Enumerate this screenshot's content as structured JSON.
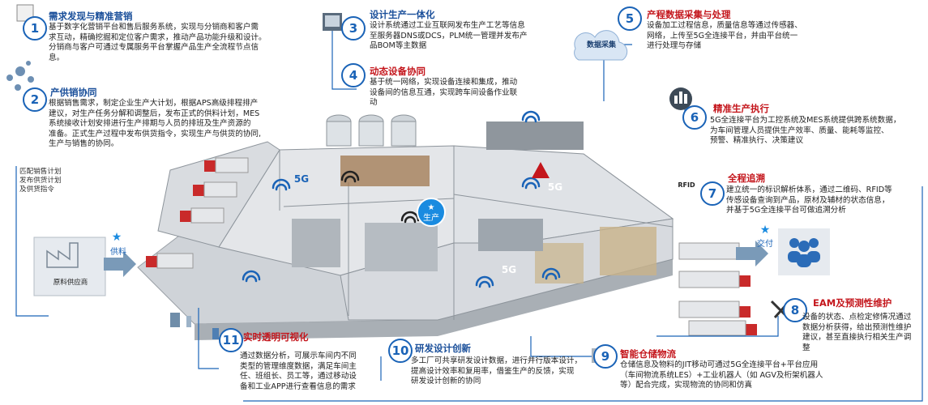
{
  "items": [
    {
      "num": "1",
      "title": "需求发现与精准营销",
      "lines": [
        "基于数字化营销平台和售后服务系统，实现与分销商和客户需",
        "求互动，精确挖掘和定位客户需求，推动产品功能升级和设计。",
        "分销商与客户可通过专属服务平台掌握产品生产全流程节点信",
        "息。"
      ]
    },
    {
      "num": "2",
      "title": "产供销协同",
      "lines": [
        "根据销售需求，制定企业生产大计划，根据APS高级排程排产",
        "建议，对生产任务分解和调整后，发布正式的供料计划，MES",
        "系统接收计划安排进行生产排期与人员的排班及生产资源的",
        "准备。正式生产过程中发布供货指令，实现生产与供货的协同,",
        "生产与销售的协同。"
      ]
    },
    {
      "num": "3",
      "title": "设计生产一体化",
      "lines": [
        "设计系统通过工业互联网发布生产工艺等信息",
        "至服务器DNS或DCS，PLM统一管理并发布产",
        "品BOM等主数据"
      ]
    },
    {
      "num": "4",
      "title": "动态设备协同",
      "lines": [
        "基于统一网络，实现设备连接和集成，推动",
        "设备间的信息互通，实现跨车间设备作业联",
        "动"
      ]
    },
    {
      "num": "5",
      "title": "产程数据采集与处理",
      "lines": [
        "设备加工过程信息，质量信息等通过传感器、",
        "网络，上传至5G全连接平台，并由平台统一",
        "进行处理与存储"
      ]
    },
    {
      "num": "6",
      "title": "精准生产执行",
      "lines": [
        "5G全连接平台为工控系统及MES系统提供跨系统数据，",
        "为车间管理人员提供生产效率、质量、能耗等监控、",
        "预警、精准执行、决策建议"
      ]
    },
    {
      "num": "7",
      "title": "全程追溯",
      "lines": [
        "建立统一的标识解析体系，通过二维码、RFID等",
        "传感设备查询到产品，原材及辅材的状态信息，",
        "并基于5G全连接平台可做追溯分析"
      ]
    },
    {
      "num": "8",
      "title": "EAM及预测性维护",
      "lines": [
        "设备的状态、点检定修情况通过",
        "数据分析获得，给出预测性维护",
        "建议，甚至直接执行相关生产调",
        "整"
      ]
    },
    {
      "num": "9",
      "title": "智能仓储物流",
      "lines": [
        "仓储信息及物料的JIT移动可通过5G全连接平台+平台应用",
        "（车间物流系统LES）+工业机器人（如 AGV及桁架机器人",
        "等）配合完成，实现物流的协同和仿真"
      ]
    },
    {
      "num": "10",
      "title": "研发设计创新",
      "lines": [
        "多工厂可共享研发设计数据，进行并行版本设计，",
        "提高设计效率和复用率，借鉴生产的反馈，实现",
        "研发设计创新的协同"
      ]
    },
    {
      "num": "11",
      "title": "实时透明可视化",
      "lines": [
        "通过数据分析，可展示车间内不同",
        "类型的管理维度数据，满足车间主",
        "任、班组长、员工等，通过移动设",
        "备和工业APP进行查看信息的需求"
      ]
    }
  ],
  "labels": {
    "supplier_plan": [
      "匹配销售计划",
      "发布供货计划",
      "及供货指令"
    ],
    "supplier": "原料供应商",
    "supply": "供料",
    "production": "生产",
    "delivery": "交付",
    "data_collect": "数据采集",
    "rfid": "RFID",
    "g1": "5G",
    "g2": "5G",
    "g3": "5G"
  },
  "colors": {
    "blue": "#1a63b7",
    "red": "#c4161c",
    "title_blue": "#1a4f9a"
  }
}
